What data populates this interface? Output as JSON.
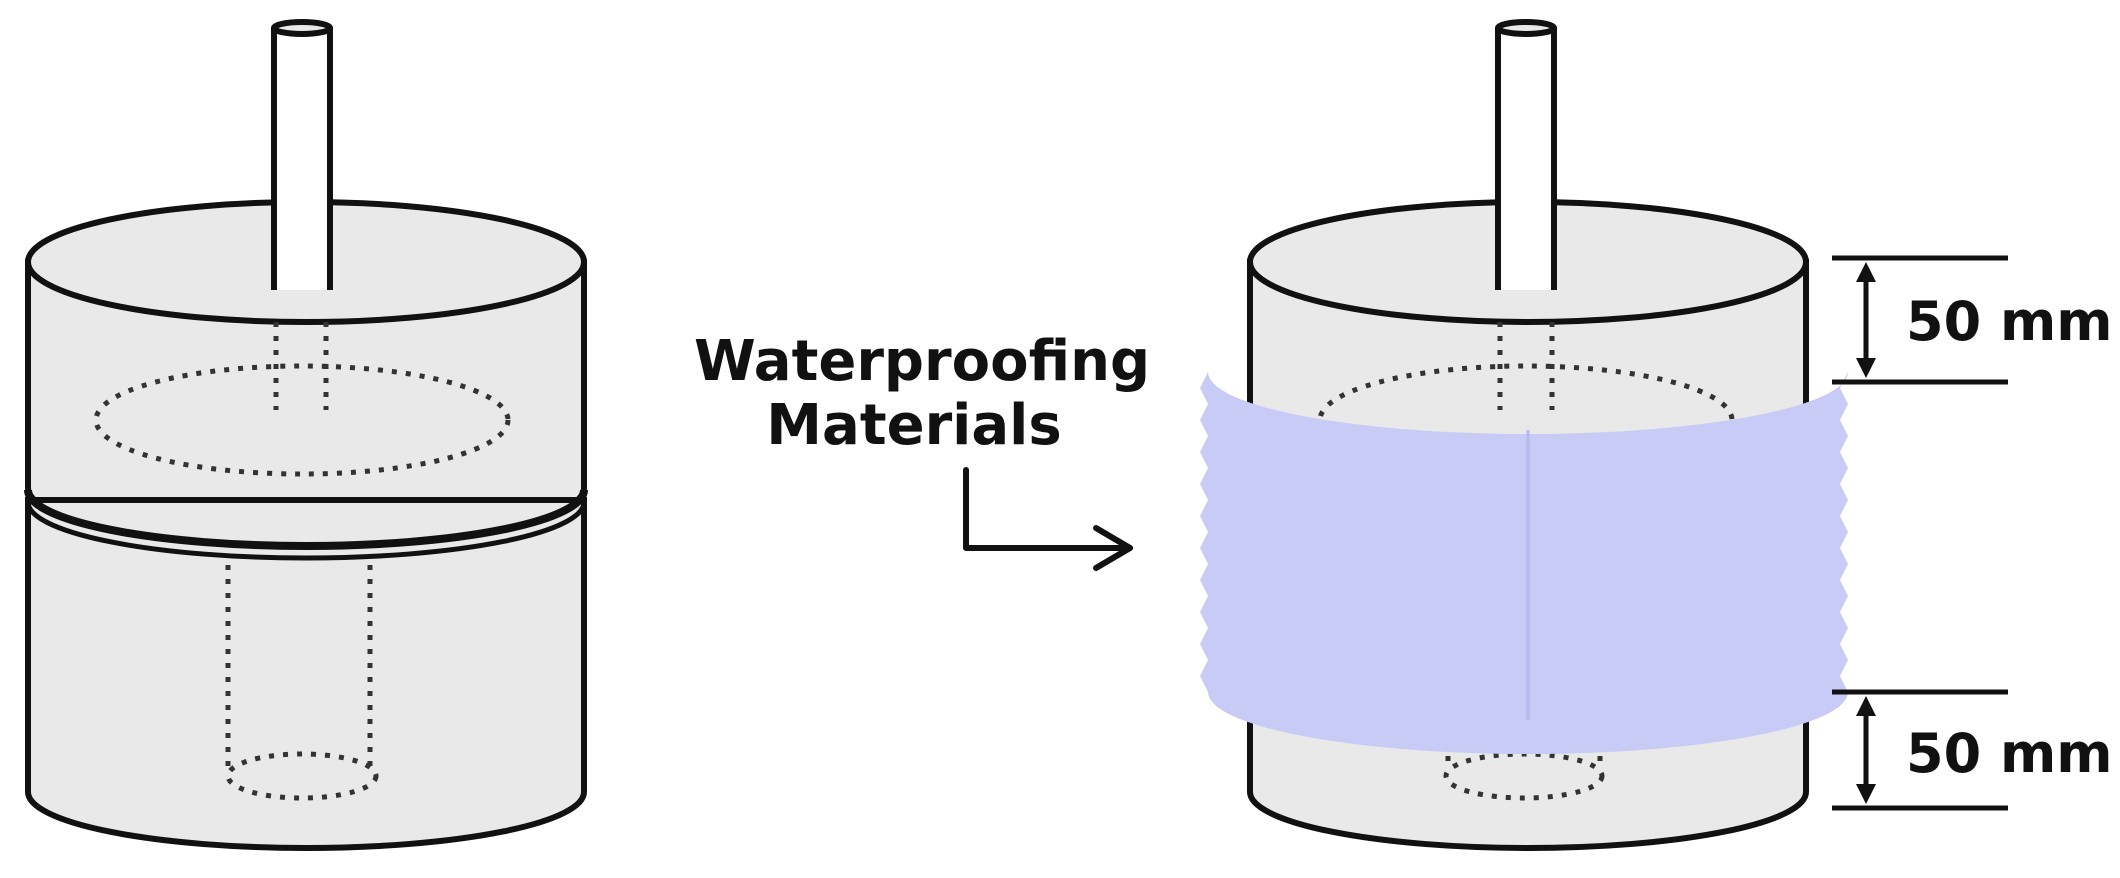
{
  "diagram": {
    "waterproofing_label_line1": "Waterproofing",
    "waterproofing_label_line2": "Materials",
    "dimension_top": "50 mm",
    "dimension_bottom": "50 mm"
  },
  "colors": {
    "outline": "#111111",
    "cylinder_fill": "#e9e9e9",
    "waterproofing_band": "#c7cbf6"
  }
}
